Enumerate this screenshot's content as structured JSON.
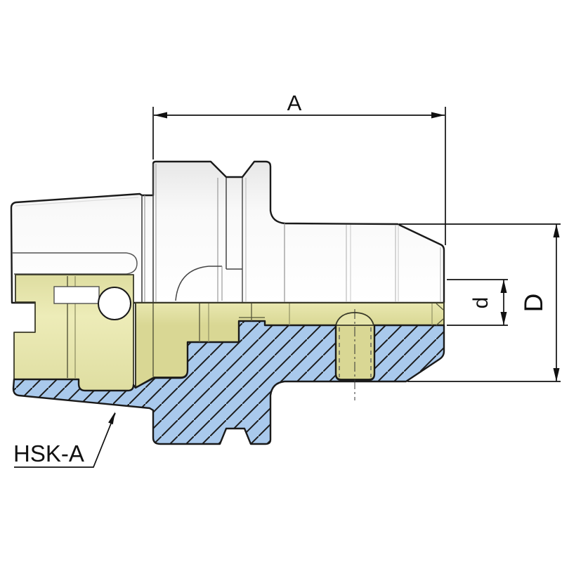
{
  "drawing": {
    "kind": "technical-cross-section",
    "subject": "HSK-A hollow shank taper tool holder, half-section side view",
    "labels": {
      "dim_length": "A",
      "dim_bore": "d",
      "dim_diameter": "D",
      "shank_type": "HSK-A"
    },
    "colors": {
      "background": "#ffffff",
      "outline": "#1a1a1a",
      "dimension": "#111111",
      "section_fill": "#a9c9ec",
      "bore_fill": "#e9e9b2",
      "bore_fill_dark": "#dcdb98",
      "body_fill": "#f7f7f7"
    }
  }
}
